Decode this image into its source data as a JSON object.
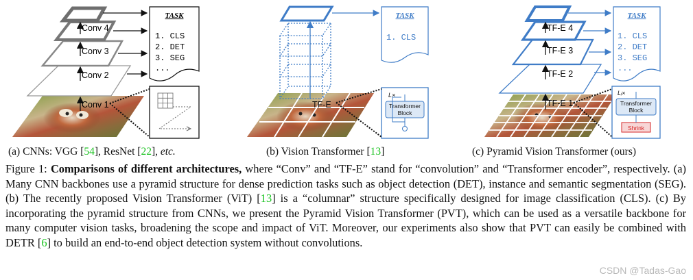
{
  "panel_a": {
    "layers": [
      "Conv 4",
      "Conv 3",
      "Conv 2",
      "Conv 1"
    ],
    "task_title": "TASK",
    "tasks": [
      "1. CLS",
      "2. DET",
      "3. SEG",
      "..."
    ]
  },
  "panel_b": {
    "encoder_label": "TF-E",
    "block_repeat": "L×",
    "block_line1": "Transformer",
    "block_line2": "Block",
    "task_title": "TASK",
    "tasks": [
      "1. CLS"
    ]
  },
  "panel_c": {
    "layers": [
      "TF-E 4",
      "TF-E 3",
      "TF-E 2",
      "TF-E 1"
    ],
    "block_repeat": "Lᵢ×",
    "block_line1": "Transformer",
    "block_line2": "Block",
    "shrink_label": "Shrink",
    "task_title": "TASK",
    "tasks": [
      "1. CLS",
      "2. DET",
      "3. SEG",
      "..."
    ]
  },
  "subcaptions": {
    "a_prefix": "(a) CNNs: VGG [",
    "a_ref1": "54",
    "a_mid": "], ResNet [",
    "a_ref2": "22",
    "a_suffix": "], ",
    "a_etc": "etc.",
    "b_prefix": "(b) Vision Transformer [",
    "b_ref": "13",
    "b_suffix": "]",
    "c_text": "(c) Pyramid Vision Transformer (ours)"
  },
  "caption": {
    "label": "Figure 1:",
    "bold": "Comparisons of different architectures,",
    "part1": " where “Conv” and “TF-E” stand for “convolution” and “Transformer encoder”, respectively. (a) Many CNN backbones use a pyramid structure for dense prediction tasks such as object detection (DET), instance and semantic segmentation (SEG). (b) The recently proposed Vision Transformer (ViT) [",
    "ref13": "13",
    "part2": "] is a “columnar” structure specifically designed for image classification (CLS). (c) By incorporating the pyramid structure from CNNs, we present the Pyramid Vision Transformer (PVT), which can be used as a versatile backbone for many computer vision tasks, broadening the scope and impact of ViT. Moreover, our experiments also show that PVT can easily be combined with DETR [",
    "ref6": "6",
    "part3": "] to build an end-to-end object detection system without convolutions."
  },
  "watermark": "CSDN @Tadas-Gao",
  "colors": {
    "blue": "#3f7cc7",
    "gray": "#7a7a7a",
    "cite_green": "#19c21f",
    "shrink_red": "#d62728"
  }
}
